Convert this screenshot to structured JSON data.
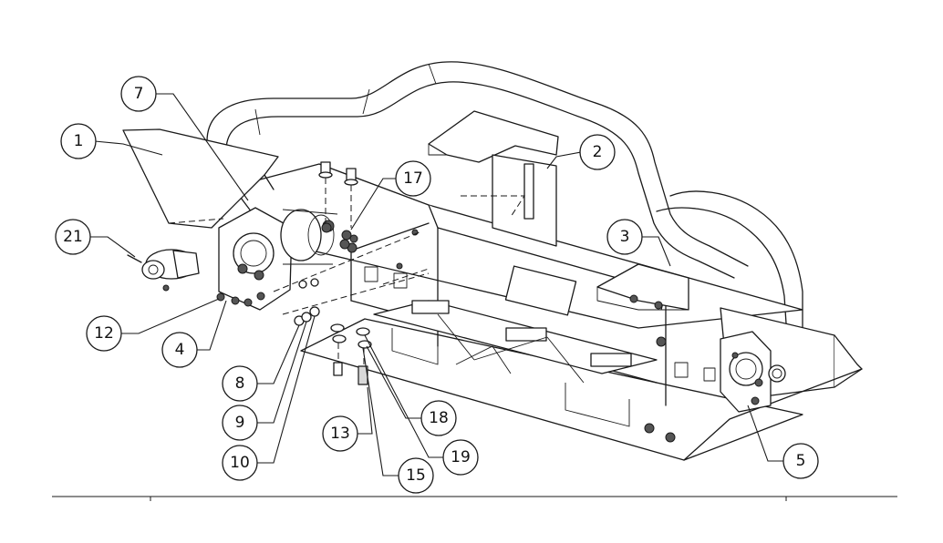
{
  "callouts": [
    {
      "label": "1"
    },
    {
      "label": "2"
    },
    {
      "label": "3"
    },
    {
      "label": "4"
    },
    {
      "label": "5"
    },
    {
      "label": "7"
    },
    {
      "label": "8"
    },
    {
      "label": "9"
    },
    {
      "label": "10"
    },
    {
      "label": "12"
    },
    {
      "label": "13"
    },
    {
      "label": "15"
    },
    {
      "label": "17"
    },
    {
      "label": "18"
    },
    {
      "label": "19"
    },
    {
      "label": "21"
    }
  ]
}
